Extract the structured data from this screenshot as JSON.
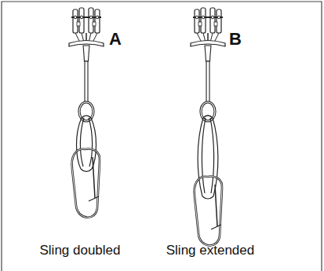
{
  "diagram": {
    "labels": [
      "A",
      "B",
      "Sling doubled",
      "Sling extended"
    ]
  }
}
